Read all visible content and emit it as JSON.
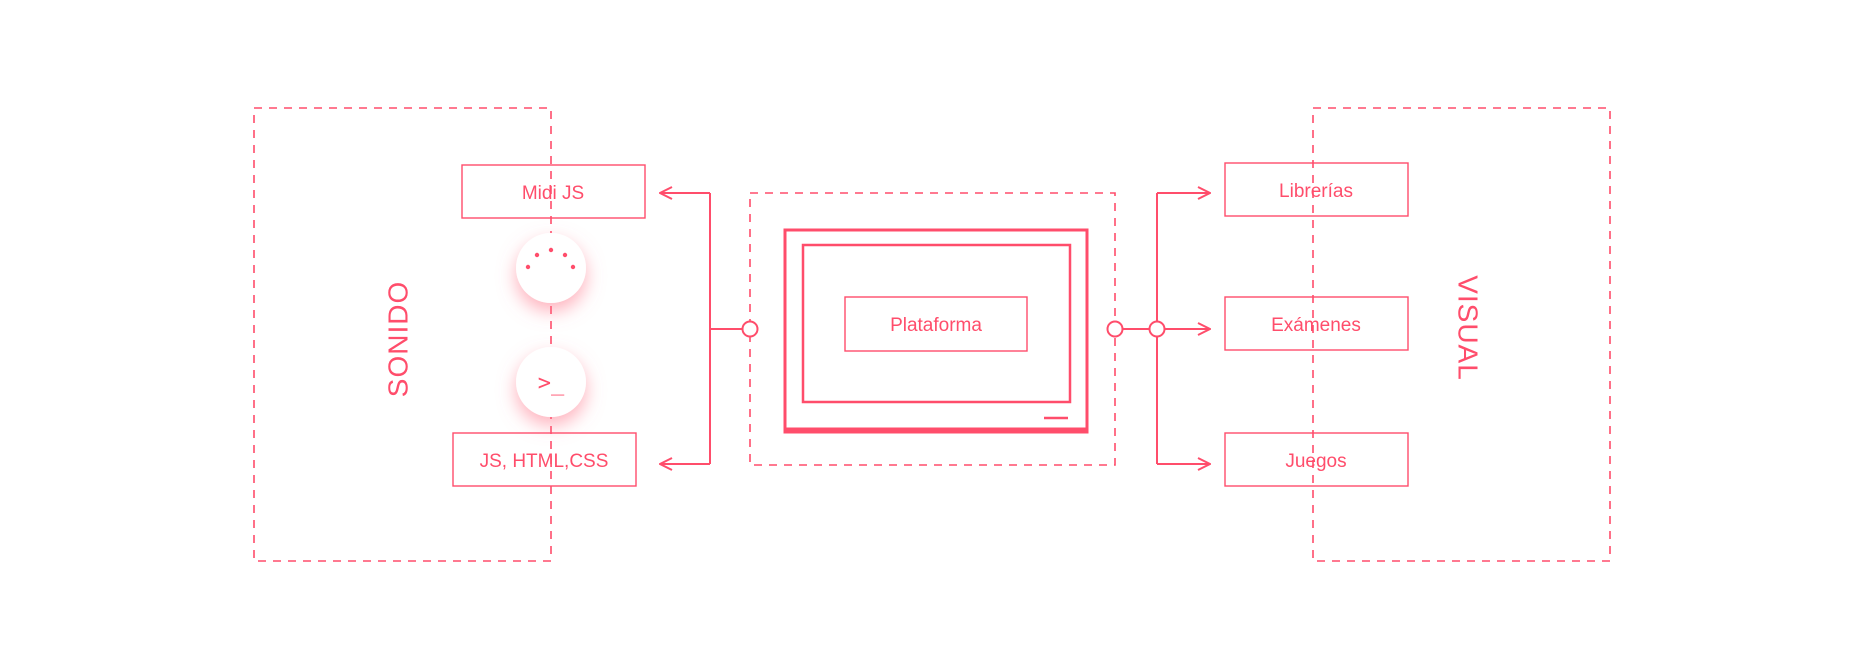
{
  "diagram": {
    "colors": {
      "accent": "#ff4d6b",
      "background": "#ffffff",
      "shadow": "#ff6f86"
    },
    "groups": {
      "sonido": {
        "label": "SONIDO"
      },
      "visual": {
        "label": "VISUAL"
      }
    },
    "center": {
      "label": "Plataforma"
    },
    "left_nodes": [
      {
        "label": "Midi JS"
      },
      {
        "label": "JS, HTML,CSS"
      }
    ],
    "right_nodes": [
      {
        "label": "Librerías"
      },
      {
        "label": "Exámenes"
      },
      {
        "label": "Juegos"
      }
    ],
    "icons": [
      {
        "name": "midi-connector-icon",
        "glyph": ""
      },
      {
        "name": "terminal-prompt-icon",
        "glyph": ">_"
      }
    ]
  }
}
